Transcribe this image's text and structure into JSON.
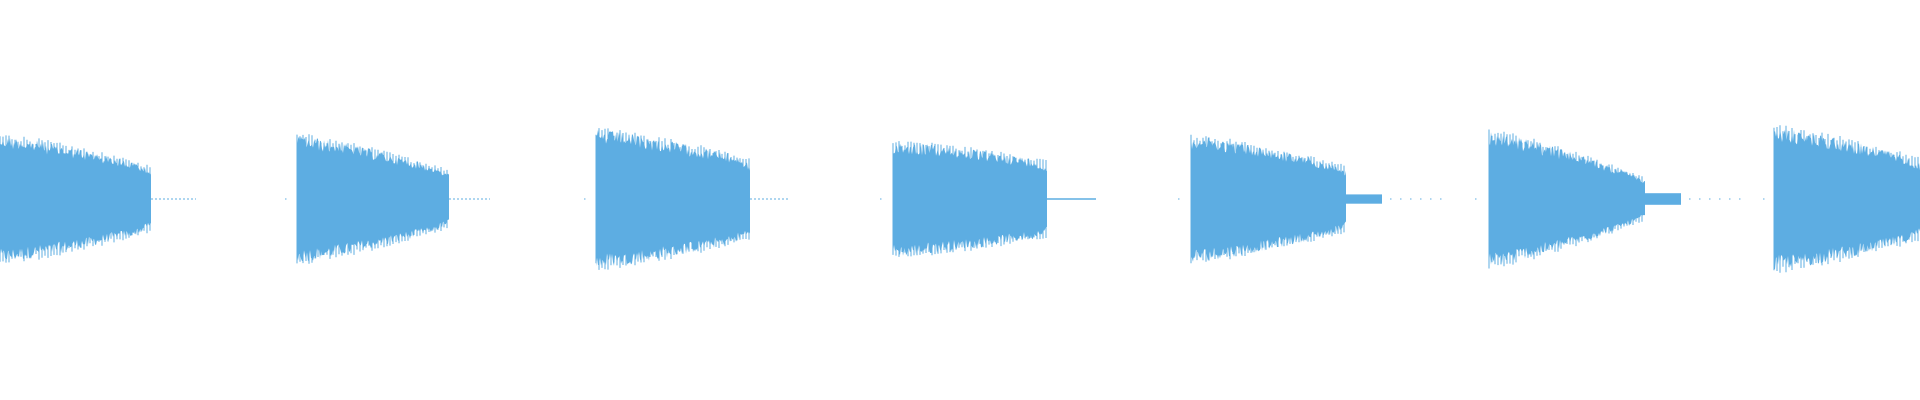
{
  "waveform": {
    "color": "#5dade2",
    "background": "#ffffff",
    "segments": [
      {
        "type": "burst",
        "amplitude_start": 0.55,
        "amplitude_end": 0.28
      },
      {
        "type": "silence"
      },
      {
        "type": "burst",
        "amplitude_start": 0.55,
        "amplitude_end": 0.25
      },
      {
        "type": "silence"
      },
      {
        "type": "burst",
        "amplitude_start": 0.6,
        "amplitude_end": 0.35
      },
      {
        "type": "silence"
      },
      {
        "type": "burst",
        "amplitude_start": 0.5,
        "amplitude_end": 0.33
      },
      {
        "type": "silence"
      },
      {
        "type": "burst",
        "amplitude_start": 0.55,
        "amplitude_end": 0.28,
        "tail_amplitude": 0.04
      },
      {
        "type": "silence"
      },
      {
        "type": "burst",
        "amplitude_start": 0.58,
        "amplitude_end": 0.18,
        "tail_amplitude": 0.05
      },
      {
        "type": "silence"
      },
      {
        "type": "burst",
        "amplitude_start": 0.62,
        "amplitude_end": 0.35
      }
    ]
  }
}
